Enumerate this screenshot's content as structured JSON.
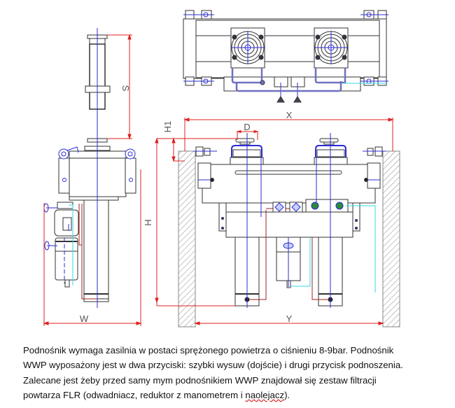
{
  "drawing": {
    "title": "WWP pneumatic lift technical drawing",
    "views": [
      "side-view",
      "top-view",
      "front-view"
    ],
    "dimensions": {
      "S": "S",
      "W": "W",
      "H": "H",
      "H1": "H1",
      "X": "X",
      "D": "D",
      "Y": "Y"
    },
    "colors": {
      "outline": "#333333",
      "centerline": "#2b2bd6",
      "dimension": "#e02020",
      "air_line": "#30d8e8",
      "pipe": "#7070c0",
      "hatch": "#8a8a8a",
      "fitting_green": "#2a8a3a",
      "oil_line": "#a02020"
    }
  },
  "caption": {
    "lines": [
      "Podnośnik wymaga zasilnia w postaci sprężonego powietrza o ciśnieniu  8-9bar.  Podnośnik",
      "WWP wyposażony  jest w dwa przyciski: szybki  wysuw (dojście) i drugi przycisk podnoszenia.",
      "Zalecane jest  żeby przed samy mym podnośnikiem  WWP znajdował się zestaw filtracji"
    ],
    "last_line_prefix": "powtarza FLR (odwadniacz, reduktor z manometrem i ",
    "last_line_misspelled": "naolejacz",
    "last_line_suffix": ")."
  }
}
